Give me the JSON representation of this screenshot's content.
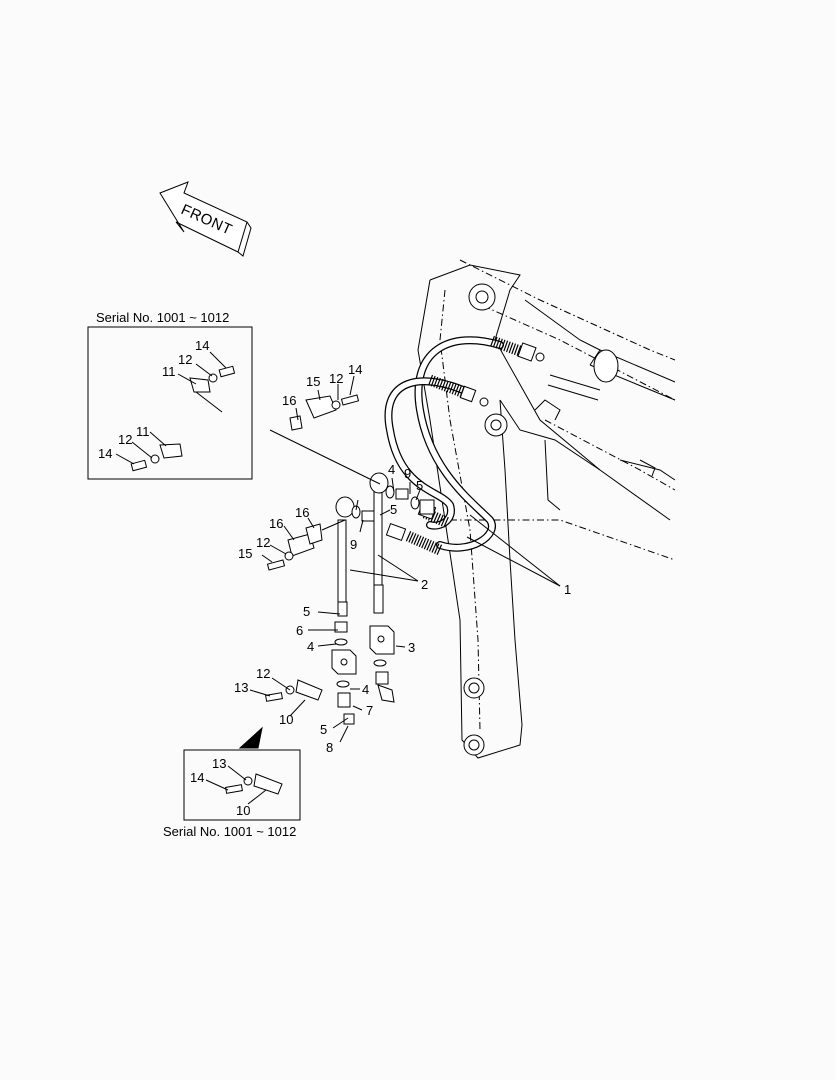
{
  "front_label": "FRONT",
  "serial_label_top": "Serial No. 1001 ~ 1012",
  "serial_label_bottom": "Serial No. 1001 ~ 1012",
  "callouts": [
    "1",
    "2",
    "3",
    "4",
    "4",
    "4",
    "5",
    "5",
    "5",
    "5",
    "6",
    "7",
    "8",
    "9",
    "9",
    "10",
    "10",
    "11",
    "11",
    "12",
    "12",
    "12",
    "12",
    "12",
    "13",
    "13",
    "14",
    "14",
    "14",
    "14",
    "15",
    "15",
    "16",
    "16"
  ]
}
